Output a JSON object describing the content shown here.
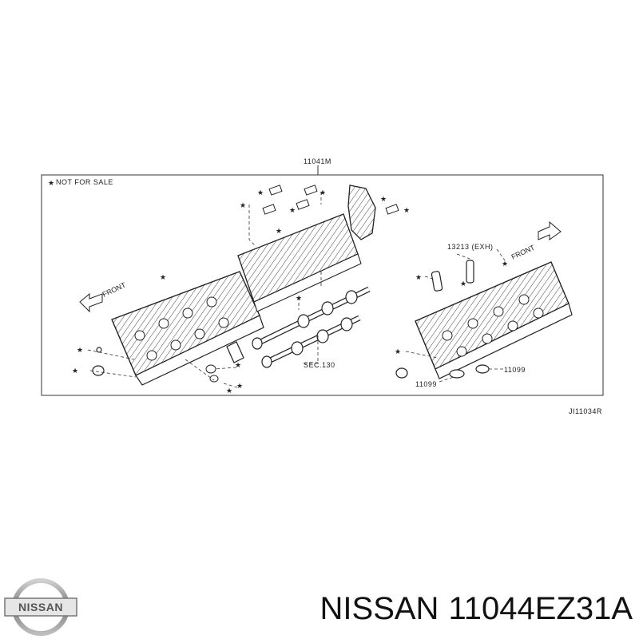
{
  "diagram": {
    "assembly_label": "11041M",
    "not_for_sale_label": "NOT FOR SALE",
    "front_label_left": "FRONT",
    "front_label_right": "FRONT",
    "exh_part_label": "13213 (EXH)",
    "sec_label": "SEC.130",
    "part_11099_right": "11099",
    "part_11099_left": "11099",
    "diagram_code": "JI11034R"
  },
  "footer": {
    "logo_text": "NISSAN",
    "brand": "NISSAN",
    "part_number": "11044EZ31A"
  },
  "colors": {
    "line": "#333333",
    "text": "#111111",
    "background": "#ffffff"
  }
}
